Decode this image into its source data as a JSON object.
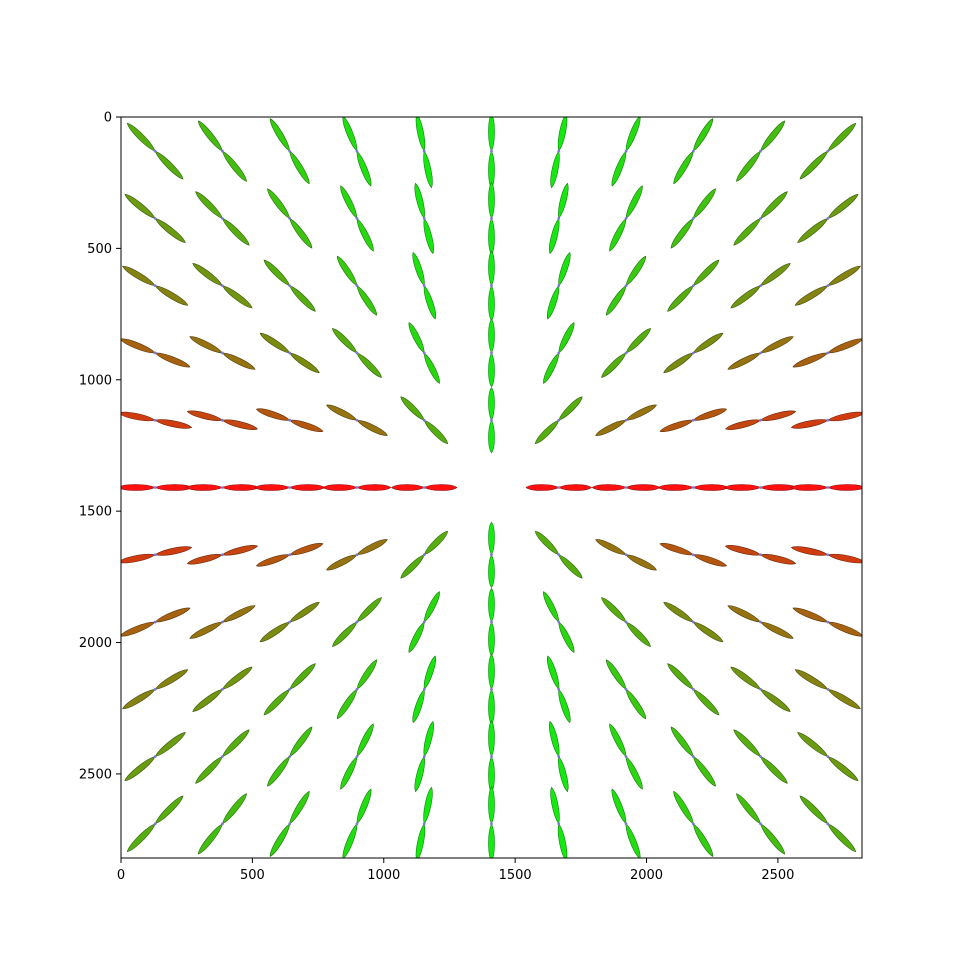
{
  "chart_data": {
    "type": "glyph-field",
    "title": "",
    "xlabel": "",
    "ylabel": "",
    "xlim": [
      0,
      2820
    ],
    "ylim": [
      2820,
      0
    ],
    "y_inverted": true,
    "grid": false,
    "legend": "none",
    "x_ticks": [
      0,
      500,
      1000,
      1500,
      2000,
      2500
    ],
    "y_ticks": [
      0,
      500,
      1000,
      1500,
      2000,
      2500
    ],
    "x_tick_labels": [
      "0",
      "500",
      "1000",
      "1500",
      "2000",
      "2500"
    ],
    "y_tick_labels": [
      "0",
      "500",
      "1000",
      "1500",
      "2000",
      "2500"
    ],
    "center": [
      1410,
      1410
    ],
    "grid_x": [
      -5,
      -4,
      -3,
      -2,
      -1,
      0,
      1,
      2,
      3,
      4,
      5
    ],
    "grid_y": [
      -5,
      -4,
      -3,
      -2,
      -1,
      0,
      1,
      2,
      3,
      4,
      5
    ],
    "glyph_spacing": 256,
    "glyph_length_range": [
      240,
      300
    ],
    "orientation": "radial from center",
    "color_mapping": "red where horizontal, green where vertical",
    "colors": {
      "horizontal": "#ff1010",
      "vertical": "#10ee10",
      "marker": "#7b7bd8",
      "axes": "#000000",
      "background": "#ffffff"
    }
  }
}
